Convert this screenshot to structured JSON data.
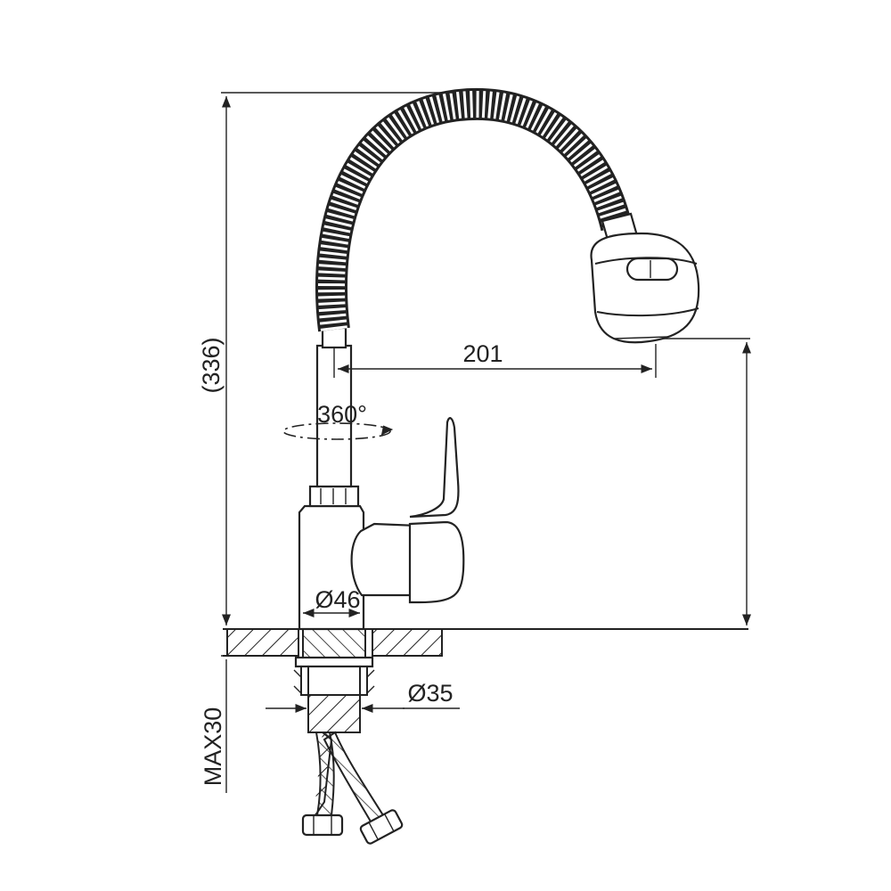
{
  "dimensions": {
    "overall_height": "(336)",
    "reach": "201",
    "rotation": "360°",
    "body_diameter": "Ø46",
    "shank_diameter": "Ø35",
    "max_deck_thickness": "MAX30"
  }
}
